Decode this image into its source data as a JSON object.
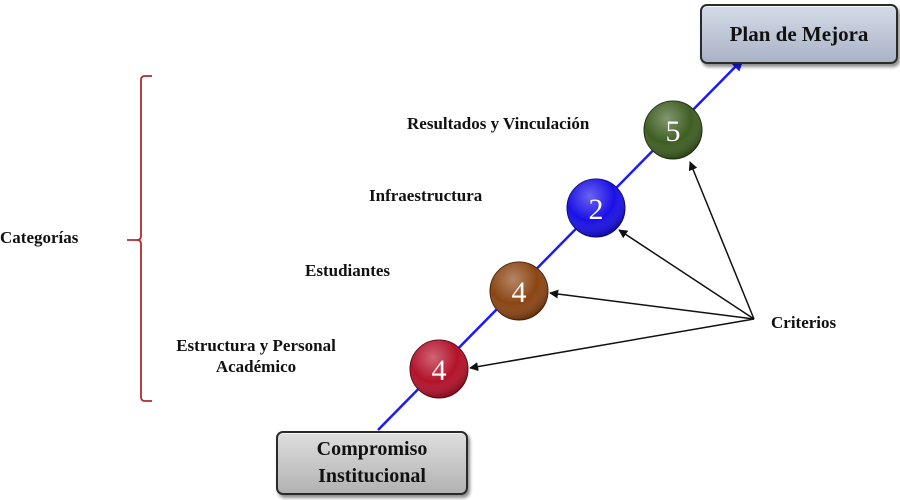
{
  "title_top": "Plan de Mejora",
  "title_bottom": [
    "Compromiso",
    "Institucional"
  ],
  "group_label": "Categorías",
  "pointer_label": "Criterios",
  "categories": [
    {
      "label": [
        "Estructura y Personal",
        "Académico"
      ],
      "criteria_count": "4",
      "color": "#b3122a"
    },
    {
      "label": [
        "Estudiantes"
      ],
      "criteria_count": "4",
      "color": "#8b4513"
    },
    {
      "label": [
        "Infraestructura"
      ],
      "criteria_count": "2",
      "color": "#1a10e6"
    },
    {
      "label": [
        "Resultados y Vinculación"
      ],
      "criteria_count": "5",
      "color": "#3e5e22"
    }
  ],
  "colors": {
    "path_line": "#1a1aff",
    "brace": "#b22a2a",
    "arrows": "#111111"
  }
}
